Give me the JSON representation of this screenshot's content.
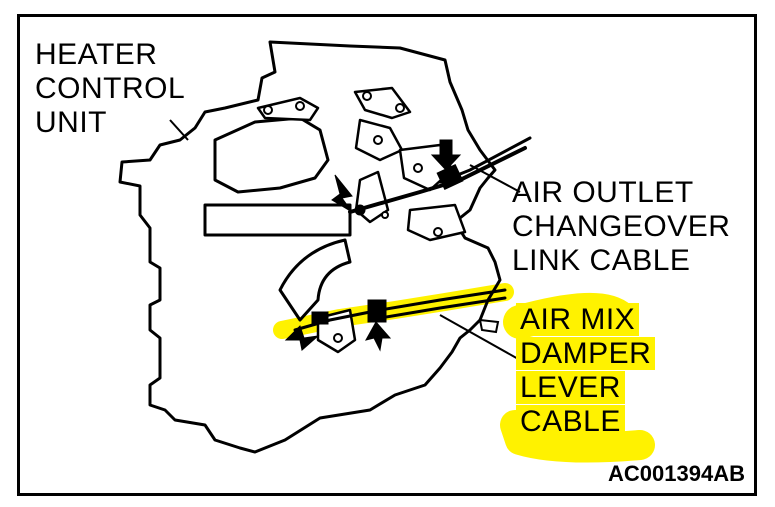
{
  "labels": {
    "heater_control_unit": [
      "HEATER",
      "CONTROL",
      "UNIT"
    ],
    "air_outlet_cable": [
      "AIR OUTLET",
      "CHANGEOVER",
      "LINK CABLE"
    ],
    "air_mix_cable": [
      "AIR MIX",
      "DAMPER",
      "LEVER",
      "CABLE"
    ]
  },
  "figure_code": "AC001394AB",
  "colors": {
    "highlight": "#fff200",
    "ink": "#000000",
    "paper": "#ffffff"
  },
  "icons": [
    "arrow-icon"
  ]
}
